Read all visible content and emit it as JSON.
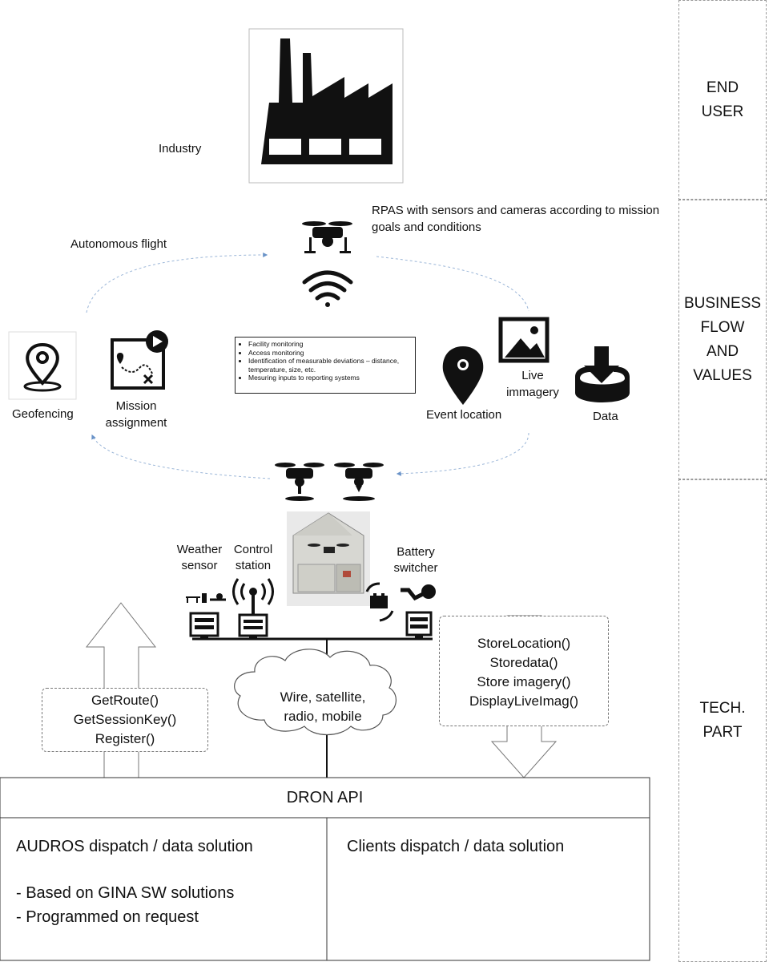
{
  "side": {
    "end_user": "END\nUSER",
    "business": "BUSINESS\nFLOW\nAND\nVALUES",
    "tech": "TECH.\nPART"
  },
  "labels": {
    "industry": "Industry",
    "rpas": "RPAS with sensors and cameras according to mission goals and conditions",
    "autonomous": "Autonomous flight",
    "geofencing": "Geofencing",
    "mission": "Mission\nassignment",
    "event_location": "Event location",
    "live_imagery": "Live\nimmagery",
    "data": "Data",
    "weather": "Weather\nsensor",
    "control": "Control\nstation",
    "battery": "Battery\nswitcher",
    "cloud": "Wire, satellite,\nradio, mobile"
  },
  "bullets": [
    "Facility monitoring",
    "Access monitoring",
    "Identification of measurable deviations – distance, temperature, size, etc.",
    "Mesuring inputs to reporting systems"
  ],
  "left_api": [
    "GetRoute()",
    "GetSessionKey()",
    "Register()"
  ],
  "right_api": [
    "StoreLocation()",
    "Storedata()",
    "Store imagery()",
    "DisplayLiveImag()"
  ],
  "bottom": {
    "dron_api": "DRON API",
    "audros_title": "AUDROS dispatch / data solution",
    "audros_lines": [
      "- Based on GINA SW solutions",
      "- Programmed on request"
    ],
    "clients_title": "Clients dispatch / data solution"
  }
}
